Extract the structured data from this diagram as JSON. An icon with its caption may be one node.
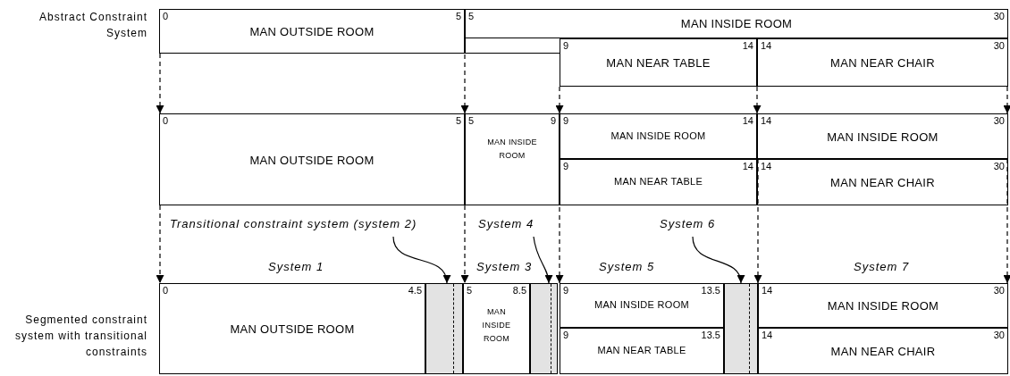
{
  "diagram": {
    "nodes": [
      {
        "text": [
          "0",
          "5",
          "MAN OUTSIDE ROOM"
        ]
      },
      {
        "text": [
          "5",
          "30",
          "MAN INSIDE ROOM"
        ]
      },
      {
        "text": [
          "9",
          "14",
          "MAN NEAR TABLE"
        ]
      },
      {
        "text": [
          "14",
          "30",
          "MAN NEAR CHAIR"
        ]
      },
      {
        "text": [
          "0",
          "5",
          "MAN OUTSIDE ROOM"
        ]
      },
      {
        "text": [
          "5",
          "9",
          "MAN INSIDE ROOM"
        ]
      },
      {
        "text": [
          "9",
          "14",
          "MAN INSIDE ROOM"
        ]
      },
      {
        "text": [
          "9",
          "14",
          "MAN NEAR TABLE"
        ]
      },
      {
        "text": [
          "14",
          "30",
          "MAN INSIDE ROOM"
        ]
      },
      {
        "text": [
          "14",
          "30",
          "MAN NEAR CHAIR"
        ]
      },
      {
        "text": [
          "0",
          "4.5",
          "MAN OUTSIDE ROOM"
        ],
        "beside": [
          "System 1"
        ]
      },
      {
        "text": [],
        "shape": "bar"
      },
      {
        "text": [
          "5",
          "8.5",
          "MAN INSIDE ROOM"
        ],
        "beside": [
          "System 3"
        ]
      },
      {
        "text": [],
        "shape": "bar"
      },
      {
        "text": [
          "9",
          "13.5",
          "MAN INSIDE ROOM"
        ],
        "beside": [
          "System 5"
        ]
      },
      {
        "text": [
          "9",
          "13.5",
          "MAN NEAR TABLE"
        ]
      },
      {
        "text": [],
        "shape": "bar"
      },
      {
        "text": [
          "14",
          "30",
          "MAN INSIDE ROOM"
        ],
        "beside": [
          "System 7"
        ]
      },
      {
        "text": [
          "14",
          "30",
          "MAN NEAR CHAIR"
        ]
      },
      {
        "text": [
          "Transitional constraint system (system 2)"
        ]
      },
      {
        "text": [
          "System 4"
        ]
      },
      {
        "text": [
          "System 6"
        ]
      }
    ],
    "edges": [
      {
        "from": 0,
        "to": 4,
        "arrow": "to",
        "style": "dashed"
      },
      {
        "from": 1,
        "to": 5,
        "arrow": "to",
        "style": "dashed"
      },
      {
        "from": 2,
        "to": 6,
        "arrow": "to",
        "style": "dashed"
      },
      {
        "from": 3,
        "to": 8,
        "arrow": "to",
        "style": "dashed"
      },
      {
        "from": 3,
        "to": 8,
        "arrow": "to",
        "style": "dashed"
      },
      {
        "from": 4,
        "to": 10,
        "arrow": "to",
        "style": "dashed"
      },
      {
        "from": 5,
        "to": 12,
        "arrow": "to",
        "style": "dashed"
      },
      {
        "from": 6,
        "to": 14,
        "arrow": "to",
        "style": "dashed"
      },
      {
        "from": 8,
        "to": 17,
        "arrow": "to",
        "style": "dashed"
      },
      {
        "from": 8,
        "to": 17,
        "arrow": "to",
        "style": "dashed"
      },
      {
        "from": 19,
        "to": 11,
        "arrow": "to"
      },
      {
        "from": 20,
        "to": 13,
        "arrow": "to"
      },
      {
        "from": 21,
        "to": 16,
        "arrow": "to"
      }
    ],
    "labels": [
      "Abstract Constraint System",
      "Segmented constraint system with transitional constraints"
    ]
  }
}
